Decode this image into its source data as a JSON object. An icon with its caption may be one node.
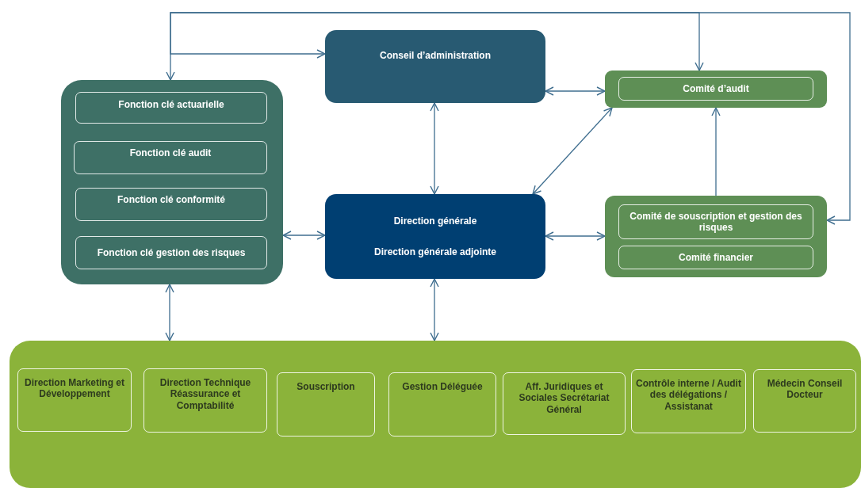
{
  "diagram": {
    "nodes": [
      {
        "text": [
          "Conseil d’administration"
        ]
      },
      {
        "text": [],
        "shape": "box"
      },
      {
        "text": [
          "Fonction clé actuarielle"
        ],
        "in": 1
      },
      {
        "text": [
          "Fonction clé audit"
        ],
        "in": 1
      },
      {
        "text": [
          "Fonction clé conformité"
        ],
        "in": 1
      },
      {
        "text": [
          "Fonction clé gestion des risques"
        ],
        "in": 1
      },
      {
        "text": [
          "Direction générale",
          "Direction générale adjointe"
        ]
      },
      {
        "text": [],
        "shape": "box"
      },
      {
        "text": [
          "Comité d’audit"
        ],
        "in": 7
      },
      {
        "text": [],
        "shape": "box"
      },
      {
        "text": [
          "Comité de souscription et gestion des risques"
        ],
        "in": 9
      },
      {
        "text": [
          "Comité financier"
        ],
        "in": 9
      },
      {
        "text": [],
        "shape": "box"
      },
      {
        "text": [
          "Direction Marketing et Développement"
        ],
        "in": 12
      },
      {
        "text": [
          "Direction Technique Réassurance et Comptabilité"
        ],
        "in": 12
      },
      {
        "text": [
          "Souscription"
        ],
        "in": 12
      },
      {
        "text": [
          "Gestion Déléguée"
        ],
        "in": 12
      },
      {
        "text": [
          "Aff. Juridiques et Sociales Secrétariat Général"
        ],
        "in": 12
      },
      {
        "text": [
          "Contrôle interne / Audit des délégations / Assistanat"
        ],
        "in": 12
      },
      {
        "text": [
          "Médecin Conseil Docteur"
        ],
        "in": 12
      }
    ],
    "edges": [
      {
        "from": 0,
        "to": 6,
        "arrow": "both"
      },
      {
        "from": 0,
        "to": 7,
        "arrow": "both"
      },
      {
        "from": 6,
        "to": 7,
        "arrow": "both"
      },
      {
        "from": 9,
        "to": 7,
        "arrow": "to"
      },
      {
        "from": 1,
        "to": 6,
        "arrow": "both"
      },
      {
        "from": 6,
        "to": 9,
        "arrow": "both"
      },
      {
        "from": 1,
        "to": 12,
        "arrow": "both"
      },
      {
        "from": 6,
        "to": 12,
        "arrow": "both"
      },
      {
        "from": null,
        "to": 1,
        "arrow": "to"
      },
      {
        "from": null,
        "to": 0,
        "arrow": "to"
      },
      {
        "from": null,
        "to": 7,
        "arrow": "to"
      },
      {
        "from": null,
        "to": 9,
        "arrow": "to"
      }
    ]
  }
}
